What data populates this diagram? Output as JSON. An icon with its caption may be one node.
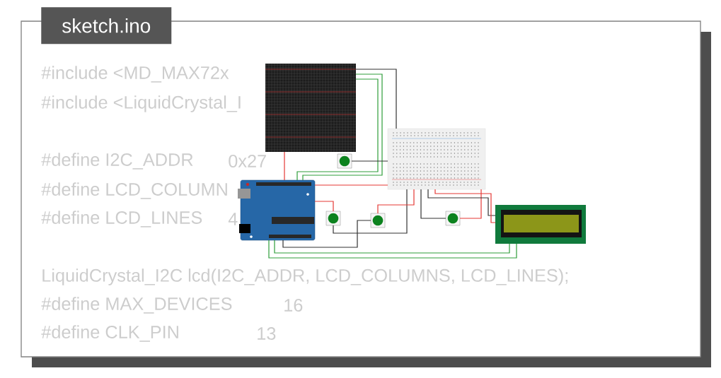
{
  "diagram": {
    "title": "sketch.ino",
    "nodes": [
      {
        "text": [],
        "shape": "picture"
      },
      {
        "text": [],
        "shape": "picture"
      },
      {
        "text": [],
        "shape": "picture"
      },
      {
        "text": [],
        "shape": "picture"
      },
      {
        "text": [],
        "shape": "picture"
      },
      {
        "text": [],
        "shape": "picture"
      },
      {
        "text": [],
        "shape": "picture"
      },
      {
        "text": [],
        "shape": "picture"
      }
    ],
    "edges": [
      {
        "from": 0,
        "to": 2,
        "arrow": "none",
        "color": "#e53935"
      },
      {
        "from": 0,
        "to": 2,
        "arrow": "none",
        "color": "#2e9e3a"
      },
      {
        "from": 0,
        "to": 2,
        "arrow": "none",
        "color": "#2e9e3a"
      },
      {
        "from": 0,
        "to": 1,
        "arrow": "none",
        "color": "#333333"
      },
      {
        "from": 3,
        "to": 1,
        "arrow": "none",
        "color": "#333333"
      },
      {
        "from": 2,
        "to": 4,
        "arrow": "none",
        "color": "#e53935"
      },
      {
        "from": 4,
        "to": 1,
        "arrow": "none",
        "color": "#333333"
      },
      {
        "from": 1,
        "to": 5,
        "arrow": "none",
        "color": "#e53935"
      },
      {
        "from": 5,
        "to": 2,
        "arrow": "none",
        "color": "#333333"
      },
      {
        "from": 1,
        "to": 6,
        "arrow": "none",
        "color": "#e53935"
      },
      {
        "from": 1,
        "to": 6,
        "arrow": "none",
        "color": "#333333"
      },
      {
        "from": 1,
        "to": 7,
        "arrow": "none",
        "color": "#333333"
      },
      {
        "from": 1,
        "to": 7,
        "arrow": "none",
        "color": "#e53935"
      },
      {
        "from": 2,
        "to": 7,
        "arrow": "none",
        "color": "#2e9e3a"
      },
      {
        "from": 2,
        "to": 7,
        "arrow": "none",
        "color": "#2e9e3a"
      },
      {
        "from": 2,
        "to": 1,
        "arrow": "none",
        "color": "#e53935"
      }
    ],
    "labels": [
      "#include <MD_MAX72x",
      "#include <LiquidCrystal_I",
      "#define I2C_ADDR",
      "0x27",
      "#define LCD_COLUMN",
      "#define LCD_LINES",
      "4",
      "LiquidCrystal_I2C lcd(I2C_ADDR, LCD_COLUMNS, LCD_LINES);",
      "#define MAX_DEVICES",
      "16",
      "#define CLK_PIN",
      "13"
    ]
  }
}
